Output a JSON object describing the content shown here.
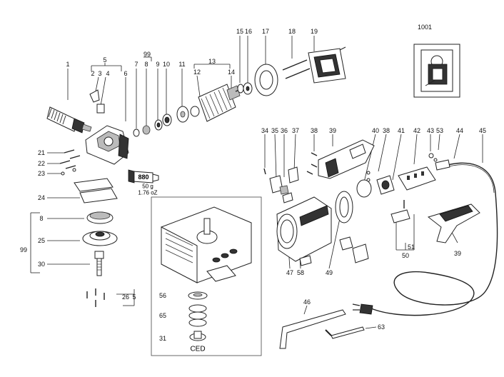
{
  "diagram": {
    "part_numbers": [
      "1",
      "2",
      "3",
      "4",
      "5",
      "6",
      "7",
      "99",
      "8",
      "9",
      "10",
      "11",
      "12",
      "13",
      "14",
      "15",
      "16",
      "17",
      "18",
      "19",
      "1001",
      "21",
      "22",
      "23",
      "24",
      "25",
      "30",
      "26",
      "5",
      "56",
      "65",
      "31",
      "34",
      "35",
      "36",
      "37",
      "38",
      "39",
      "40",
      "38",
      "41",
      "42",
      "43",
      "53",
      "44",
      "45",
      "51",
      "50",
      "39",
      "47",
      "58",
      "49",
      "46",
      "63",
      "8",
      "99"
    ],
    "tube_label": "880",
    "tube_weight_g": "50 g",
    "tube_weight_oz": "1.76 oZ",
    "inset_caption": "CED",
    "colors": {
      "line": "#222222",
      "dark_part": "#333333",
      "background": "#ffffff"
    }
  }
}
